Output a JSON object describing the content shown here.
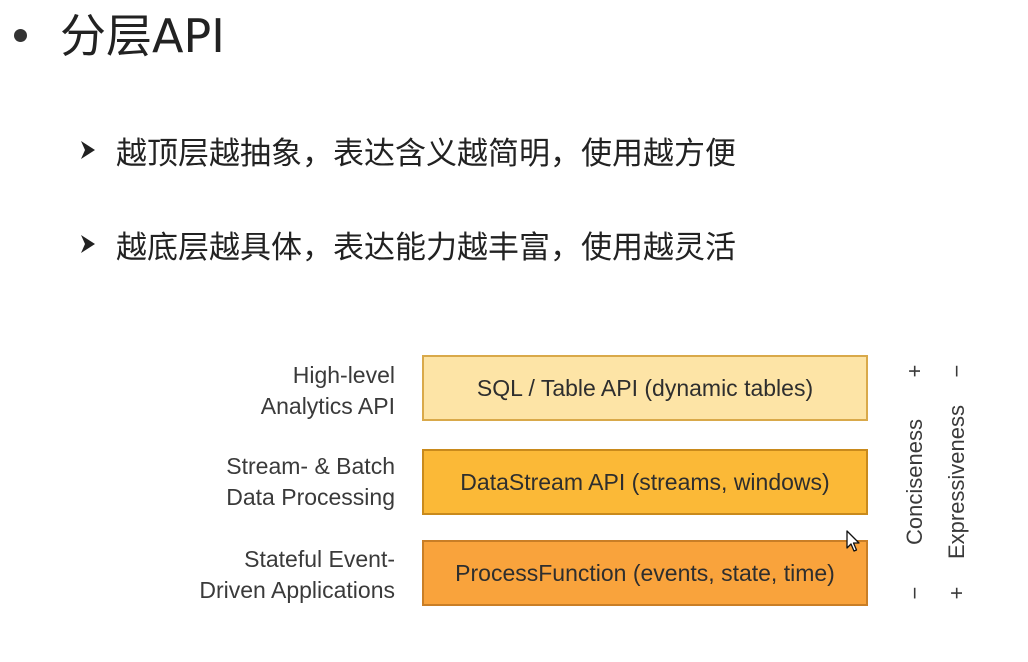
{
  "slide": {
    "bullet_title": "分层API",
    "sub_points": [
      "越顶层越抽象，表达含义越简明，使用越方便",
      "越底层越具体，表达能力越丰富，使用越灵活"
    ]
  },
  "diagram": {
    "layers": [
      {
        "label_lines": [
          "High-level",
          "Analytics API"
        ],
        "box_text": "SQL / Table API (dynamic tables)",
        "fill": "#fde4a6"
      },
      {
        "label_lines": [
          "Stream- & Batch",
          "Data Processing"
        ],
        "box_text": "DataStream API (streams, windows)",
        "fill": "#fbb937"
      },
      {
        "label_lines": [
          "Stateful Event-",
          "Driven Applications"
        ],
        "box_text": "ProcessFunction (events, state, time)",
        "fill": "#f9a33c"
      }
    ],
    "axes": [
      {
        "label": "Conciseness",
        "top_sign": "+",
        "bottom_sign": "−"
      },
      {
        "label": "Expressiveness",
        "top_sign": "−",
        "bottom_sign": "+"
      }
    ]
  },
  "icons": {
    "bullet": "bullet-dot-icon",
    "sub_marker": "arrow-bullet-icon",
    "pointer": "mouse-cursor-icon"
  }
}
